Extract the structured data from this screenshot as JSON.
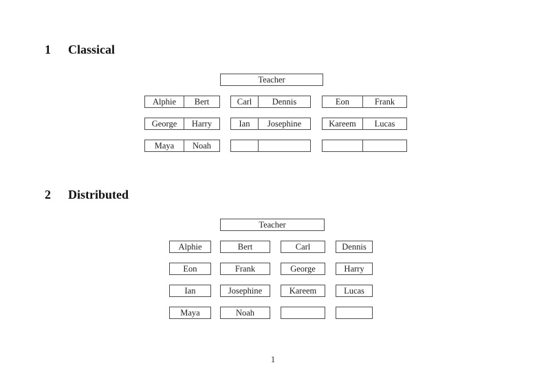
{
  "page": {
    "number_label": "1"
  },
  "classical": {
    "heading_number": "1",
    "heading_title": "Classical",
    "teacher_label": "Teacher",
    "desks": [
      [
        "Alphie",
        "Bert"
      ],
      [
        "Carl",
        "Dennis"
      ],
      [
        "Eon",
        "Frank"
      ],
      [
        "George",
        "Harry"
      ],
      [
        "Ian",
        "Josephine"
      ],
      [
        "Kareem",
        "Lucas"
      ],
      [
        "Maya",
        "Noah"
      ],
      [
        "",
        ""
      ],
      [
        "",
        ""
      ]
    ]
  },
  "distributed": {
    "heading_number": "2",
    "heading_title": "Distributed",
    "teacher_label": "Teacher",
    "seats": [
      "Alphie",
      "Bert",
      "Carl",
      "Dennis",
      "Eon",
      "Frank",
      "George",
      "Harry",
      "Ian",
      "Josephine",
      "Kareem",
      "Lucas",
      "Maya",
      "Noah",
      "",
      ""
    ]
  }
}
